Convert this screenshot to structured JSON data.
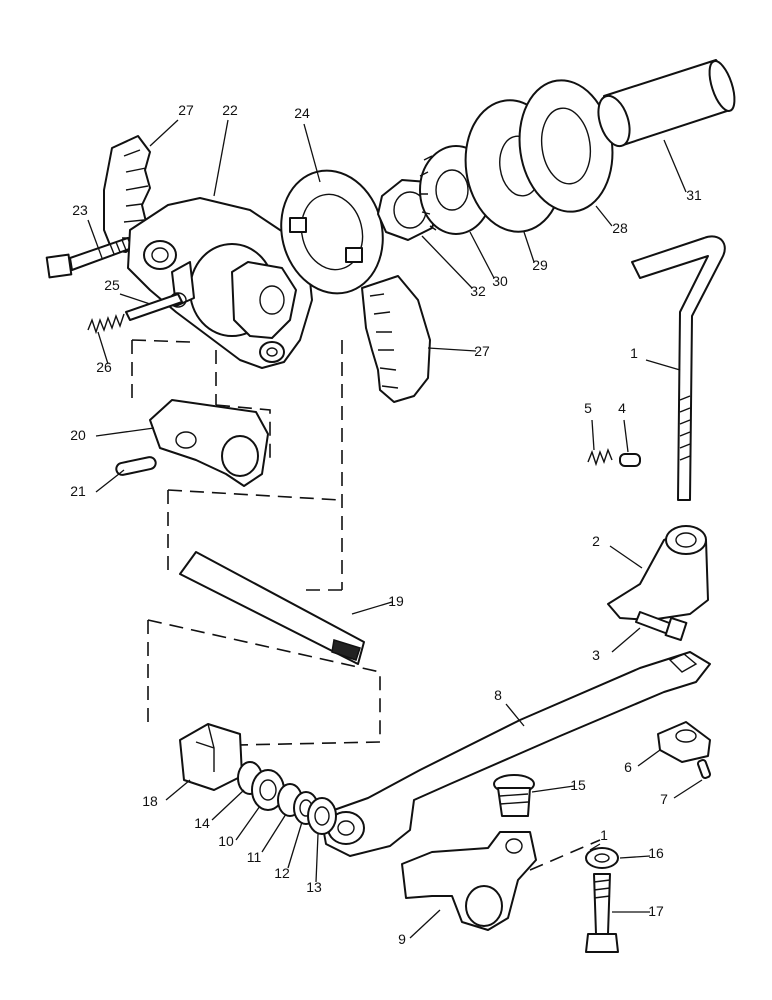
{
  "diagram": {
    "labels": [
      "27",
      "22",
      "24",
      "23",
      "25",
      "26",
      "27",
      "20",
      "21",
      "19",
      "18",
      "14",
      "10",
      "11",
      "12",
      "13",
      "32",
      "30",
      "29",
      "28",
      "31",
      "1",
      "5",
      "4",
      "2",
      "3",
      "8",
      "6",
      "7",
      "15",
      "16",
      "17",
      "9",
      "1"
    ]
  }
}
